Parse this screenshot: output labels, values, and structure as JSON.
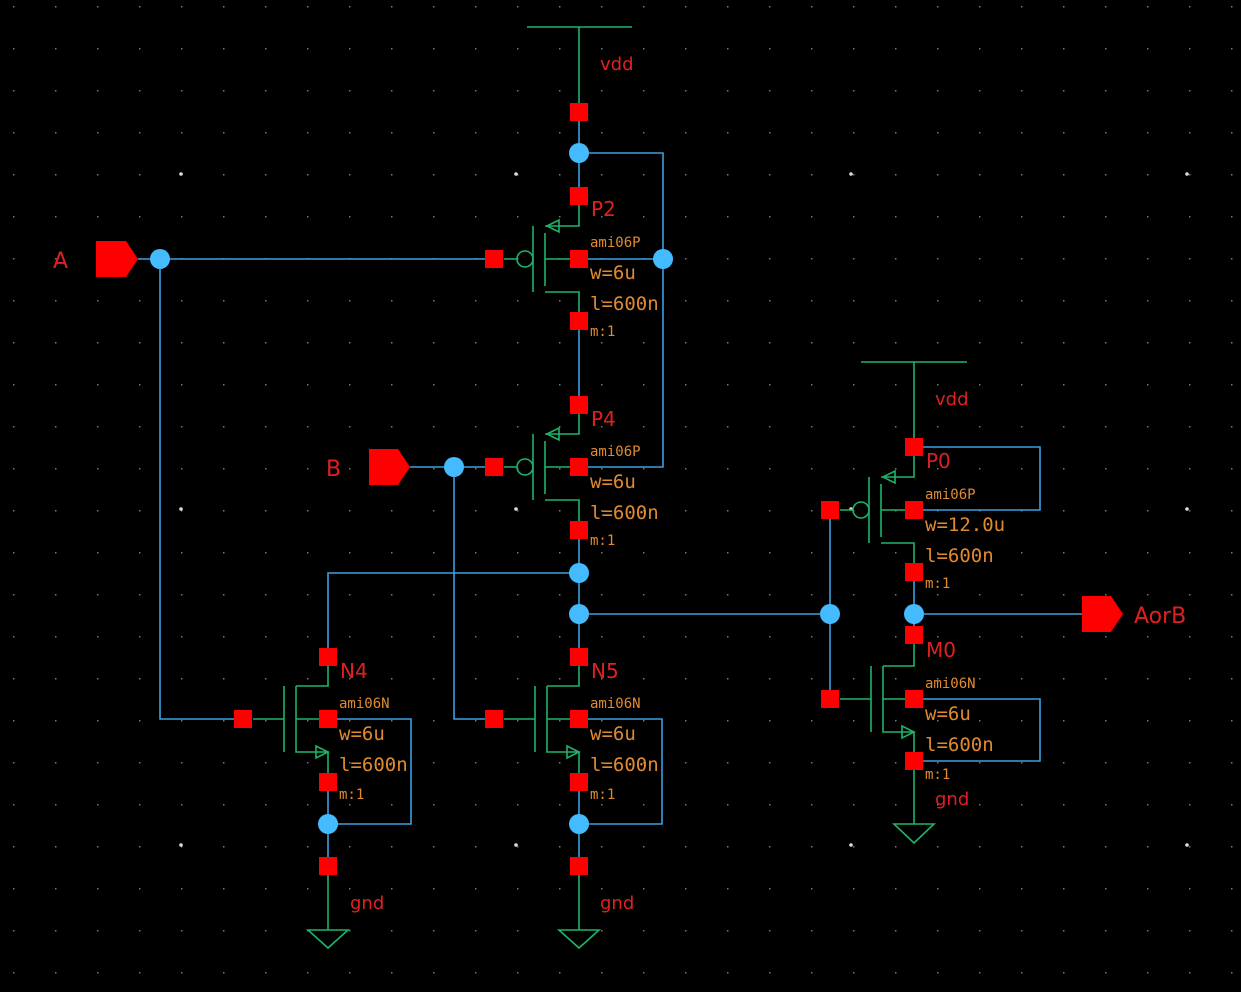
{
  "schematic": {
    "title": "2-input OR gate (NOR + inverter) schematic",
    "colors": {
      "background": "#000000",
      "wire": "#3aa0e0",
      "symbol": "#1fb36a",
      "pin": "#ff0000",
      "junction": "#44bbff",
      "instance_label": "#e02020",
      "param_label": "#e08a30"
    },
    "ports": [
      {
        "id": "A",
        "label": "A",
        "direction": "input"
      },
      {
        "id": "B",
        "label": "B",
        "direction": "input"
      },
      {
        "id": "AorB",
        "label": "AorB",
        "direction": "output"
      }
    ],
    "supplies": [
      {
        "id": "vdd1",
        "label": "vdd"
      },
      {
        "id": "vdd2",
        "label": "vdd"
      },
      {
        "id": "gnd1",
        "label": "gnd"
      },
      {
        "id": "gnd2",
        "label": "gnd"
      },
      {
        "id": "gnd3",
        "label": "gnd"
      }
    ],
    "transistors": [
      {
        "id": "P2",
        "name": "P2",
        "model": "ami06P",
        "w": "w=6u",
        "l": "l=600n",
        "m": "m:1",
        "type": "pmos"
      },
      {
        "id": "P4",
        "name": "P4",
        "model": "ami06P",
        "w": "w=6u",
        "l": "l=600n",
        "m": "m:1",
        "type": "pmos"
      },
      {
        "id": "N4",
        "name": "N4",
        "model": "ami06N",
        "w": "w=6u",
        "l": "l=600n",
        "m": "m:1",
        "type": "nmos"
      },
      {
        "id": "N5",
        "name": "N5",
        "model": "ami06N",
        "w": "w=6u",
        "l": "l=600n",
        "m": "m:1",
        "type": "nmos"
      },
      {
        "id": "P0",
        "name": "P0",
        "model": "ami06P",
        "w": "w=12.0u",
        "l": "l=600n",
        "m": "m:1",
        "type": "pmos"
      },
      {
        "id": "M0",
        "name": "M0",
        "model": "ami06N",
        "w": "w=6u",
        "l": "l=600n",
        "m": "m:1",
        "type": "nmos"
      }
    ]
  }
}
